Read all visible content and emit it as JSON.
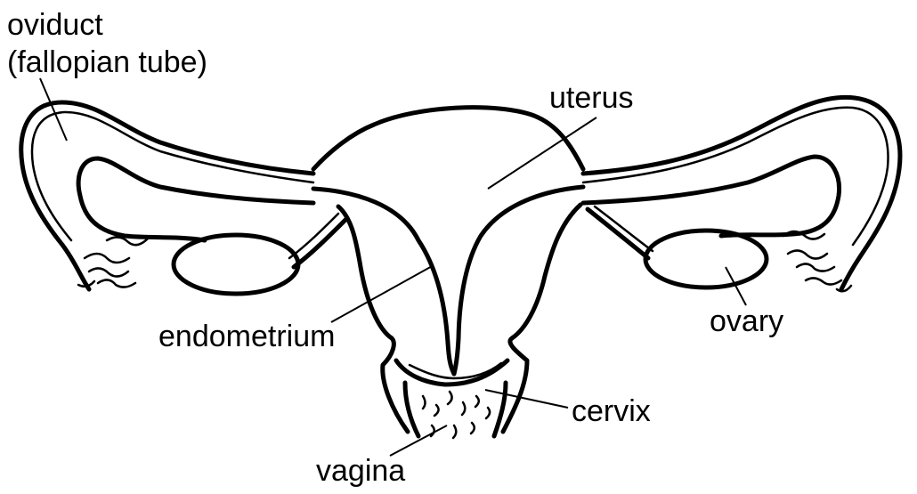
{
  "labels": {
    "oviduct_line1": "oviduct",
    "oviduct_line2": "(fallopian tube)",
    "uterus": "uterus",
    "endometrium": "endometrium",
    "ovary": "ovary",
    "cervix": "cervix",
    "vagina": "vagina"
  },
  "colors": {
    "line": "#000000",
    "background": "#ffffff"
  }
}
